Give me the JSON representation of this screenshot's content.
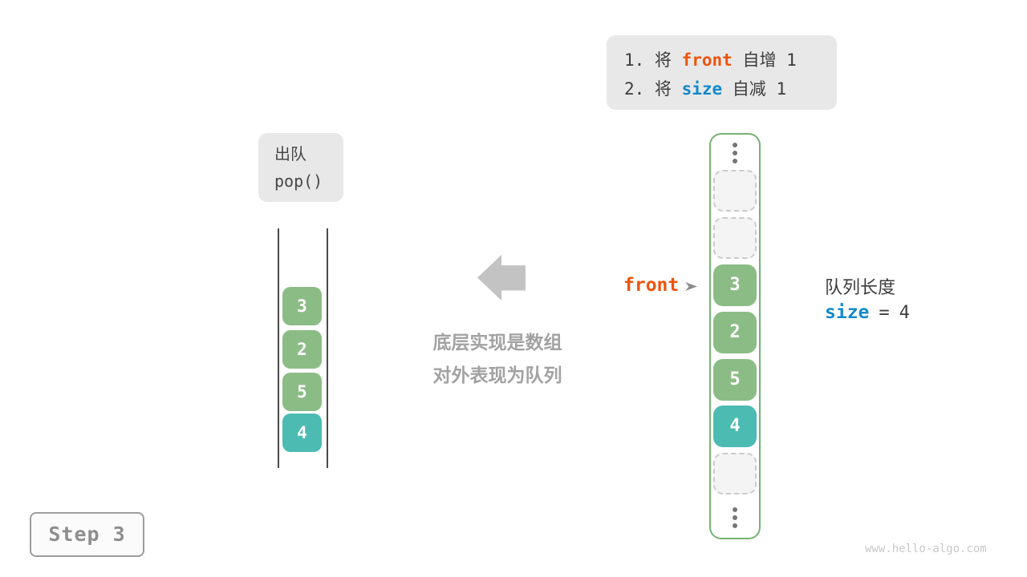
{
  "colors": {
    "accent_orange": "#ED540E",
    "accent_blue": "#138ACD",
    "cell_green": "#8CBC86",
    "cell_teal": "#4CBBB1",
    "container_border_green": "#74B274",
    "box_gray": "#E8E8E8",
    "caption_gray": "#A2A2A2"
  },
  "instruction_box": {
    "lines": [
      {
        "prefix": "1. 将 ",
        "code": "front",
        "suffix": " 自增 1"
      },
      {
        "prefix": "2. 将 ",
        "code": "size",
        "suffix": " 自减 1"
      }
    ]
  },
  "operation_box": {
    "title": "出队",
    "code": "pop()"
  },
  "left_stack": {
    "values": [
      "3",
      "2",
      "5",
      "4"
    ]
  },
  "middle": {
    "caption_line1": "底层实现是数组",
    "caption_line2": "对外表现为队列"
  },
  "pointer": {
    "label": "front"
  },
  "right_array": {
    "values": [
      "3",
      "2",
      "5",
      "4"
    ],
    "empty_cells": 3,
    "ellipsis": "⋮"
  },
  "queue_info": {
    "label": "队列长度",
    "var": "size",
    "equals": "=",
    "value": "4"
  },
  "step_badge": {
    "label": "Step 3"
  },
  "watermark": {
    "text": "www.hello-algo.com"
  }
}
